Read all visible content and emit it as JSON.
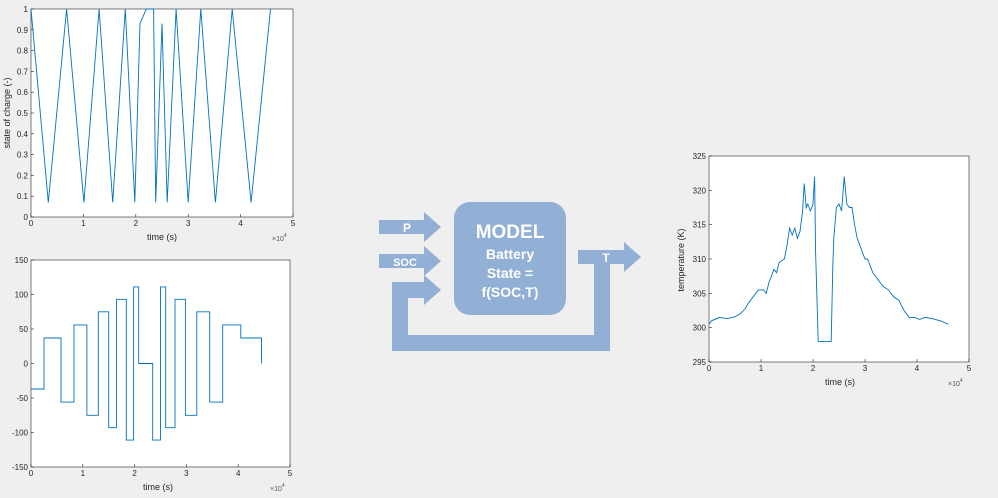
{
  "chart_data": [
    {
      "type": "line",
      "xlabel": "time (s)",
      "ylabel": "state of charge (-)",
      "xlim": [
        0,
        5
      ],
      "ylim": [
        0,
        1
      ],
      "x_multiplier": "×10",
      "x_multiplier_exp": "4",
      "x_ticks": [
        "0",
        "1",
        "2",
        "3",
        "4",
        "5"
      ],
      "y_ticks": [
        "0",
        "0.1",
        "0.2",
        "0.3",
        "0.4",
        "0.5",
        "0.6",
        "0.7",
        "0.8",
        "0.9",
        "1"
      ],
      "x": [
        0,
        0.33,
        0.68,
        1.01,
        1.3,
        1.56,
        1.8,
        1.98,
        2.08,
        2.2,
        2.25,
        2.34,
        2.38,
        2.5,
        2.6,
        2.77,
        3.0,
        3.24,
        3.52,
        3.84,
        4.2,
        4.57
      ],
      "values": [
        1.0,
        0.07,
        1.0,
        0.07,
        1.0,
        0.07,
        1.0,
        0.07,
        0.93,
        1.0,
        1.0,
        1.0,
        0.07,
        0.93,
        0.07,
        1.0,
        0.07,
        1.0,
        0.07,
        1.0,
        0.07,
        1.0
      ],
      "grid": false,
      "color": "#0072bd"
    },
    {
      "type": "line",
      "xlabel": "time (s)",
      "ylabel": "",
      "xlim": [
        0,
        5
      ],
      "ylim": [
        -150,
        150
      ],
      "x_multiplier": "×10",
      "x_multiplier_exp": "4",
      "x_ticks": [
        "0",
        "1",
        "2",
        "3",
        "4",
        "5"
      ],
      "y_ticks": [
        "-150",
        "-100",
        "-50",
        "0",
        "50",
        "100",
        "150"
      ],
      "x": [
        0,
        0.25,
        0.25,
        0.58,
        0.58,
        0.83,
        0.83,
        1.08,
        1.08,
        1.3,
        1.3,
        1.5,
        1.5,
        1.65,
        1.65,
        1.84,
        1.84,
        1.98,
        1.98,
        2.08,
        2.08,
        2.35,
        2.35,
        2.5,
        2.5,
        2.6,
        2.6,
        2.78,
        2.78,
        2.98,
        2.98,
        3.2,
        3.2,
        3.45,
        3.45,
        3.7,
        3.7,
        4.05,
        4.05,
        4.45,
        4.45
      ],
      "values": [
        -37,
        -37,
        37,
        37,
        -56,
        -56,
        56,
        56,
        -75,
        -75,
        75,
        75,
        -93,
        -93,
        93,
        93,
        -111,
        -111,
        111,
        111,
        0,
        0,
        -111,
        -111,
        111,
        111,
        -93,
        -93,
        93,
        93,
        -75,
        -75,
        75,
        75,
        -56,
        -56,
        56,
        56,
        37,
        37,
        0
      ],
      "grid": false,
      "color": "#0072bd"
    },
    {
      "type": "line",
      "xlabel": "time (s)",
      "ylabel": "temperature (K)",
      "xlim": [
        0,
        5
      ],
      "ylim": [
        295,
        325
      ],
      "x_multiplier": "×10",
      "x_multiplier_exp": "4",
      "x_ticks": [
        "0",
        "1",
        "2",
        "3",
        "4",
        "5"
      ],
      "y_ticks": [
        "295",
        "300",
        "305",
        "310",
        "315",
        "320",
        "325"
      ],
      "x": [
        0,
        0.05,
        0.2,
        0.35,
        0.5,
        0.6,
        0.7,
        0.75,
        0.85,
        0.95,
        1.05,
        1.1,
        1.15,
        1.25,
        1.3,
        1.35,
        1.45,
        1.5,
        1.55,
        1.6,
        1.65,
        1.7,
        1.75,
        1.8,
        1.83,
        1.87,
        1.9,
        1.95,
        2.0,
        2.03,
        2.05,
        2.1,
        2.15,
        2.2,
        2.3,
        2.35,
        2.38,
        2.4,
        2.45,
        2.5,
        2.55,
        2.6,
        2.65,
        2.7,
        2.75,
        2.8,
        2.85,
        2.9,
        2.95,
        3.0,
        3.05,
        3.15,
        3.25,
        3.35,
        3.45,
        3.55,
        3.65,
        3.75,
        3.85,
        3.95,
        4.05,
        4.15,
        4.3,
        4.45,
        4.6
      ],
      "values": [
        300.5,
        301,
        301.5,
        301.3,
        301.6,
        302,
        302.8,
        303.5,
        304.5,
        305.5,
        305.5,
        305,
        306.5,
        308.5,
        308,
        309.5,
        310,
        312,
        314.5,
        313.5,
        314.5,
        313,
        314,
        317,
        321,
        317.5,
        318,
        317,
        318,
        322,
        311,
        298,
        298,
        298,
        298,
        298,
        309,
        313,
        317.5,
        318,
        317,
        322,
        318,
        317.5,
        317.5,
        315,
        313,
        312,
        311,
        310,
        310,
        308,
        307,
        306,
        305.5,
        304.5,
        304,
        302.5,
        301.5,
        301.5,
        301.2,
        301.5,
        301.3,
        301,
        300.5
      ],
      "grid": false,
      "color": "#0072bd"
    }
  ],
  "diagram": {
    "input_p": "P",
    "input_soc": "SOC",
    "output_t": "T",
    "model_title": "MODEL",
    "model_line1": "Battery",
    "model_line2": "State =",
    "model_line3": "f(SOC,T)",
    "block_color": "#92b0d6"
  }
}
